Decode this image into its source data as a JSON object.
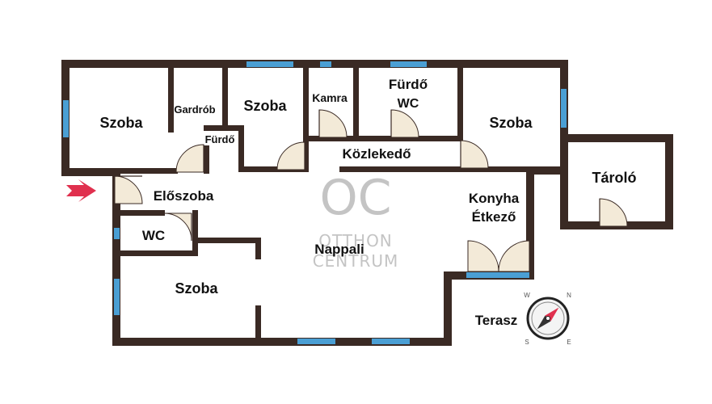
{
  "rooms": {
    "szoba_1": "Szoba",
    "gardrob": "Gardrób",
    "furdo_small": "Fürdő",
    "szoba_2": "Szoba",
    "kamra": "Kamra",
    "furdo_wc_1": "Fürdő",
    "furdo_wc_2": "WC",
    "szoba_3": "Szoba",
    "kozlekedo": "Közlekedő",
    "taroló": "Tároló",
    "eloszoba": "Előszoba",
    "konyha_1": "Konyha",
    "konyha_2": "Étkező",
    "wc": "WC",
    "nappali": "Nappali",
    "szoba_4": "Szoba",
    "terasz": "Terasz"
  },
  "logo": {
    "monogram": "OC",
    "line1": "OTTHON",
    "line2": "CENTRUM"
  },
  "compass": {
    "north": "N",
    "south": "S",
    "east": "E",
    "west": "W"
  },
  "colors": {
    "wall": "#3a2a24",
    "window": "#4a9fd4",
    "arrow": "#e0304e",
    "logo": "#c4c4c4",
    "door": "#f3ead8"
  }
}
